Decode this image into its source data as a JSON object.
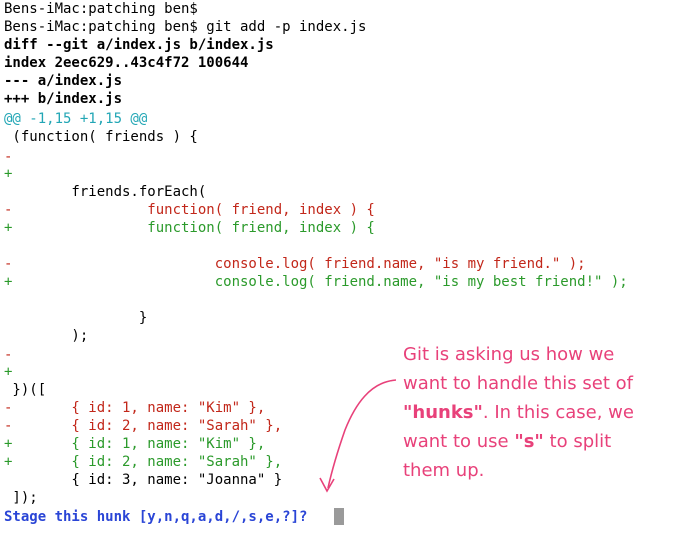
{
  "terminal": {
    "lines": [
      {
        "text": "Bens-iMac:patching ben$",
        "cls": ""
      },
      {
        "text": "Bens-iMac:patching ben$ git add -p index.js",
        "cls": ""
      },
      {
        "text": "diff --git a/index.js b/index.js",
        "cls": "bold"
      },
      {
        "text": "index 2eec629..43c4f72 100644",
        "cls": "bold"
      },
      {
        "text": "--- a/index.js",
        "cls": "bold"
      },
      {
        "text": "+++ b/index.js",
        "cls": "bold"
      },
      {
        "text": "@@ -1,15 +1,15 @@",
        "cls": "cyan"
      },
      {
        "text": " (function( friends ) {",
        "cls": ""
      },
      {
        "text": "-",
        "cls": "red"
      },
      {
        "text": "+",
        "cls": "green"
      },
      {
        "text": "        friends.forEach(",
        "cls": ""
      },
      {
        "text": "-                function( friend, index ) {",
        "cls": "red"
      },
      {
        "text": "+                function( friend, index ) {",
        "cls": "green"
      },
      {
        "text": "",
        "cls": ""
      },
      {
        "text": "-                        console.log( friend.name, \"is my friend.\" );",
        "cls": "red"
      },
      {
        "text": "+                        console.log( friend.name, \"is my best friend!\" );",
        "cls": "green"
      },
      {
        "text": "",
        "cls": ""
      },
      {
        "text": "                }",
        "cls": ""
      },
      {
        "text": "        );",
        "cls": ""
      },
      {
        "text": "-",
        "cls": "red"
      },
      {
        "text": "+",
        "cls": "green"
      },
      {
        "text": " })([",
        "cls": ""
      },
      {
        "text": "-       { id: 1, name: \"Kim\" },",
        "cls": "red"
      },
      {
        "text": "-       { id: 2, name: \"Sarah\" },",
        "cls": "red"
      },
      {
        "text": "+       { id: 1, name: \"Kim\" },",
        "cls": "green"
      },
      {
        "text": "+       { id: 2, name: \"Sarah\" },",
        "cls": "green"
      },
      {
        "text": "        { id: 3, name: \"Joanna\" }",
        "cls": ""
      },
      {
        "text": " ]);",
        "cls": ""
      },
      {
        "text": "Stage this hunk [y,n,q,a,d,/,s,e,?]?",
        "cls": "blue"
      }
    ]
  },
  "annotation": {
    "line1": "Git is asking us how we",
    "line2": "want to handle this set of",
    "line3_quote": "\"hunks\"",
    "line3_rest": ". In this case, we",
    "line4_pre": "want to use ",
    "line4_quote": "\"s\"",
    "line4_post": " to split",
    "line5": "them up."
  },
  "colors": {
    "annotation": "#e8417a",
    "removed": "#c2271a",
    "added": "#2b9a2b",
    "hunk_header": "#22a6b5",
    "prompt": "#2a45d6"
  }
}
